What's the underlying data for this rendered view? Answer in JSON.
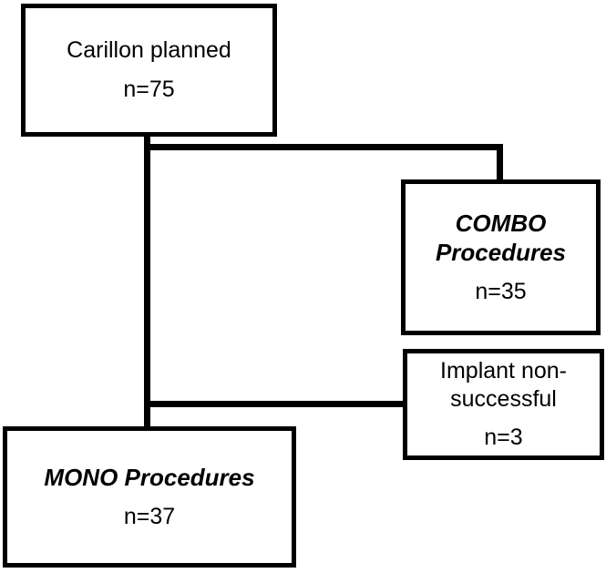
{
  "diagram": {
    "colors": {
      "background": "#ffffff",
      "line": "#000000",
      "text": "#000000"
    },
    "boxes": {
      "carillon": {
        "label": "Carillon planned",
        "count": "n=75"
      },
      "combo": {
        "label": "COMBO Procedures",
        "count": "n=35"
      },
      "implant": {
        "label": "Implant non-successful",
        "count": "n=3"
      },
      "mono": {
        "label": "MONO Procedures",
        "count": "n=37"
      }
    }
  }
}
